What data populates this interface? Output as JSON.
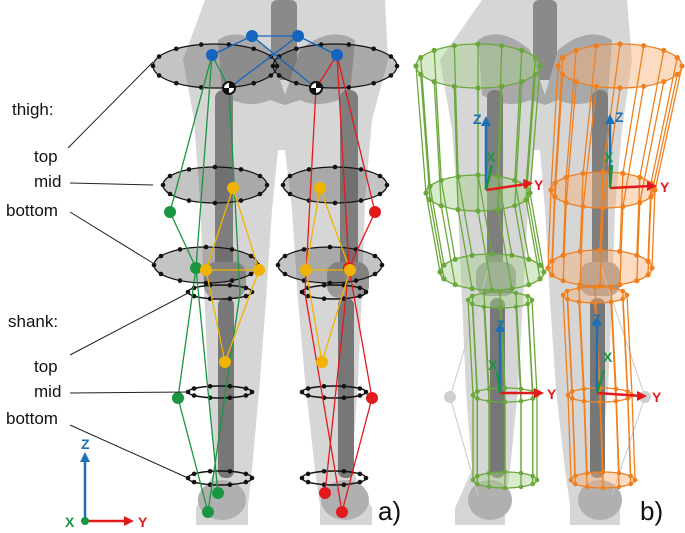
{
  "panel_a": {
    "tag": "a)",
    "thigh_header": "thigh:",
    "thigh_levels": [
      "top",
      "mid",
      "bottom"
    ],
    "shank_header": "shank:",
    "shank_levels": [
      "top",
      "mid",
      "bottom"
    ],
    "axes": {
      "z": "Z",
      "x": "X",
      "y": "Y"
    }
  },
  "panel_b": {
    "tag": "b)",
    "left_thigh_axes": {
      "z": "Z",
      "x": "X",
      "y": "Y"
    },
    "right_thigh_axes": {
      "z": "Z",
      "x": "X",
      "y": "Y"
    },
    "left_shank_axes": {
      "z": "Z",
      "x": "X",
      "y": "Y"
    },
    "right_shank_axes": {
      "z": "Z",
      "x": "X",
      "y": "Y"
    }
  },
  "colors": {
    "left_leg": "#1a9641",
    "right_leg": "#e31a1c",
    "pelvis": "#1565c0",
    "knee_marker": "#f0b400",
    "green_segment": "#7ab648",
    "orange_segment": "#f07f1e",
    "axis_z": "#1f6fb5",
    "axis_x": "#1a9641",
    "axis_y": "#e31a1c"
  }
}
